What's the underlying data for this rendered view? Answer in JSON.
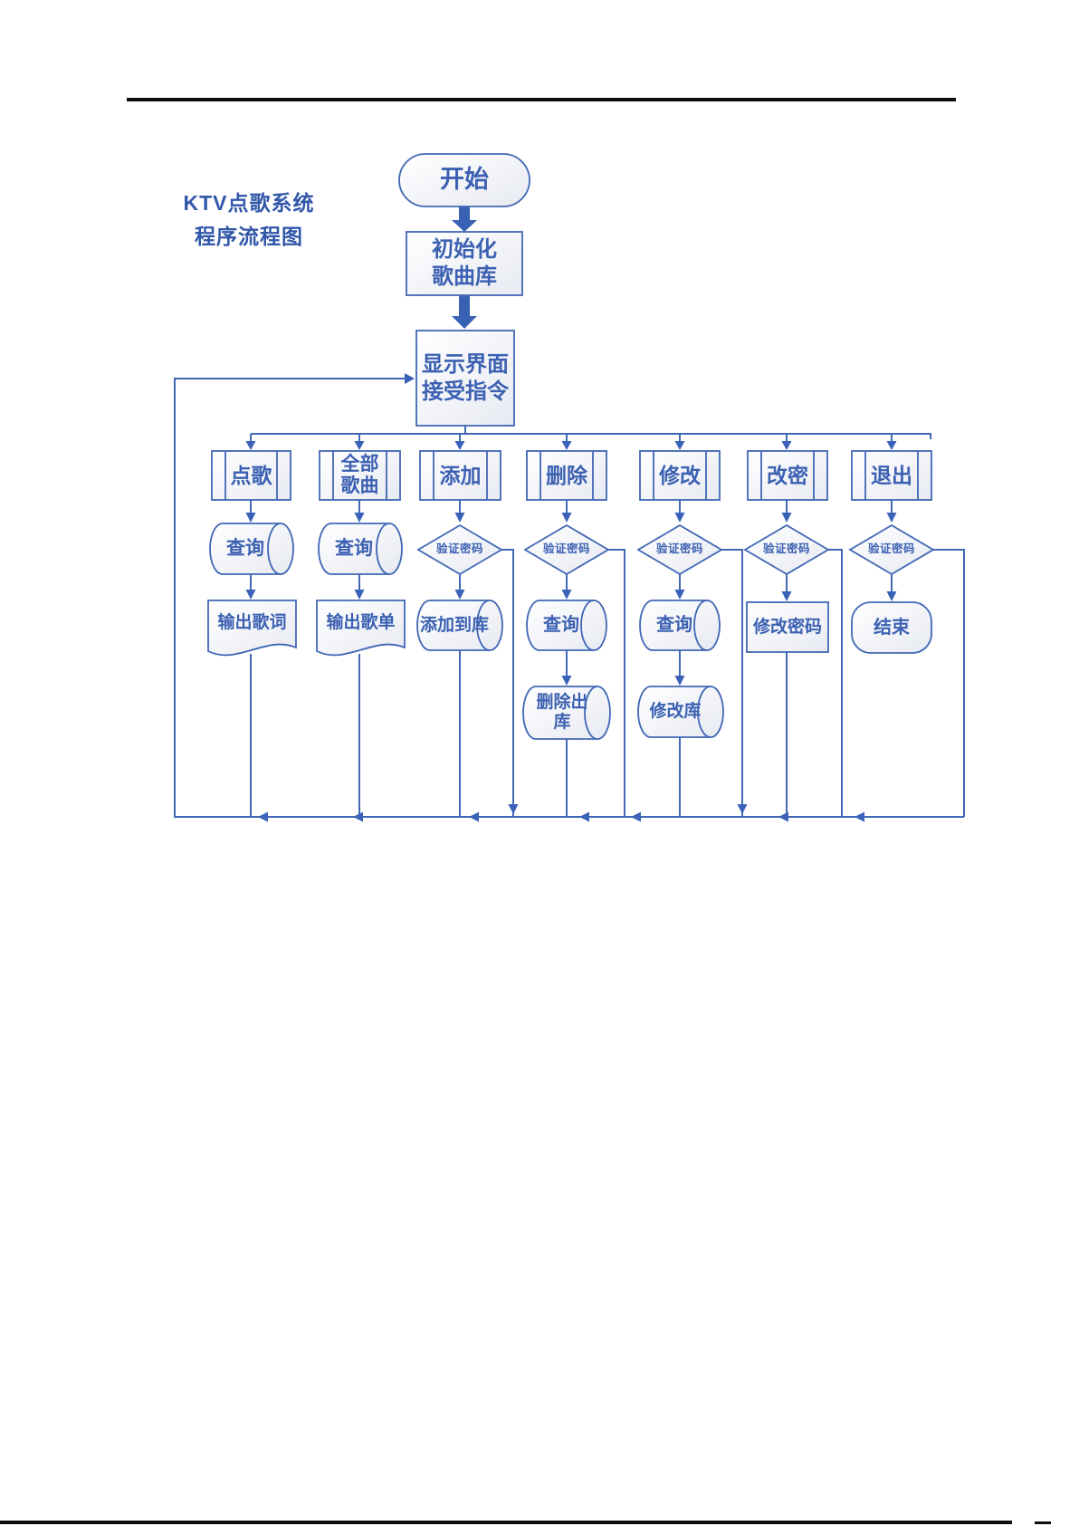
{
  "title": {
    "line1": "KTV点歌系统",
    "line2": "程序流程图"
  },
  "colors": {
    "shape_stroke": "#4067b5",
    "connector": "#4169b4",
    "arrow_fill": "#3a62b8",
    "label_text": "#3c61b2",
    "title_text": "#3157a9",
    "shape_fill_start": "#ffffff",
    "shape_fill_end": "#e7eaf2",
    "page_rule": "#0e0e0e"
  },
  "nodes": {
    "start": {
      "label": "开始",
      "shape": "terminator"
    },
    "init": {
      "label": "初始化\n歌曲库",
      "shape": "process"
    },
    "ui": {
      "label": "显示界面\n接受指令",
      "shape": "process"
    },
    "menu_diange": {
      "label": "点歌",
      "shape": "predefined-process"
    },
    "menu_quanbu": {
      "label": "全部\n歌曲",
      "shape": "predefined-process"
    },
    "menu_tianjia": {
      "label": "添加",
      "shape": "predefined-process"
    },
    "menu_shanchu": {
      "label": "删除",
      "shape": "predefined-process"
    },
    "menu_xiugai": {
      "label": "修改",
      "shape": "predefined-process"
    },
    "menu_gaimi": {
      "label": "改密",
      "shape": "predefined-process"
    },
    "menu_tuichu": {
      "label": "退出",
      "shape": "predefined-process"
    },
    "diange_query": {
      "label": "查询",
      "shape": "storage-cylinder"
    },
    "quanbu_query": {
      "label": "查询",
      "shape": "storage-cylinder"
    },
    "tianjia_verify": {
      "label": "验证密码",
      "shape": "decision"
    },
    "shanchu_verify": {
      "label": "验证密码",
      "shape": "decision"
    },
    "xiugai_verify": {
      "label": "验证密码",
      "shape": "decision"
    },
    "gaimi_verify": {
      "label": "验证密码",
      "shape": "decision"
    },
    "tuichu_verify": {
      "label": "验证密码",
      "shape": "decision"
    },
    "diange_output": {
      "label": "输出歌词",
      "shape": "document"
    },
    "quanbu_output": {
      "label": "输出歌单",
      "shape": "document"
    },
    "tianjia_store": {
      "label": "添加到库",
      "shape": "storage-cylinder"
    },
    "shanchu_query": {
      "label": "查询",
      "shape": "storage-cylinder"
    },
    "xiugai_query": {
      "label": "查询",
      "shape": "storage-cylinder"
    },
    "gaimi_change": {
      "label": "修改密码",
      "shape": "process"
    },
    "tuichu_end": {
      "label": "结束",
      "shape": "terminator"
    },
    "shanchu_store": {
      "label": "删除出\n库",
      "shape": "storage-cylinder"
    },
    "xiugai_store": {
      "label": "修改库",
      "shape": "storage-cylinder"
    }
  },
  "edges": [
    {
      "from": "start",
      "to": "init"
    },
    {
      "from": "init",
      "to": "ui"
    },
    {
      "from": "ui",
      "to": "menu_diange"
    },
    {
      "from": "ui",
      "to": "menu_quanbu"
    },
    {
      "from": "ui",
      "to": "menu_tianjia"
    },
    {
      "from": "ui",
      "to": "menu_shanchu"
    },
    {
      "from": "ui",
      "to": "menu_xiugai"
    },
    {
      "from": "ui",
      "to": "menu_gaimi"
    },
    {
      "from": "ui",
      "to": "menu_tuichu"
    },
    {
      "from": "menu_diange",
      "to": "diange_query"
    },
    {
      "from": "diange_query",
      "to": "diange_output"
    },
    {
      "from": "diange_output",
      "to": "ui"
    },
    {
      "from": "menu_quanbu",
      "to": "quanbu_query"
    },
    {
      "from": "quanbu_query",
      "to": "quanbu_output"
    },
    {
      "from": "quanbu_output",
      "to": "ui"
    },
    {
      "from": "menu_tianjia",
      "to": "tianjia_verify"
    },
    {
      "from": "tianjia_verify",
      "to": "tianjia_store"
    },
    {
      "from": "tianjia_verify",
      "to": "ui"
    },
    {
      "from": "tianjia_store",
      "to": "ui"
    },
    {
      "from": "menu_shanchu",
      "to": "shanchu_verify"
    },
    {
      "from": "shanchu_verify",
      "to": "shanchu_query"
    },
    {
      "from": "shanchu_verify",
      "to": "ui"
    },
    {
      "from": "shanchu_query",
      "to": "shanchu_store"
    },
    {
      "from": "shanchu_store",
      "to": "ui"
    },
    {
      "from": "menu_xiugai",
      "to": "xiugai_verify"
    },
    {
      "from": "xiugai_verify",
      "to": "xiugai_query"
    },
    {
      "from": "xiugai_verify",
      "to": "ui"
    },
    {
      "from": "xiugai_query",
      "to": "xiugai_store"
    },
    {
      "from": "xiugai_store",
      "to": "ui"
    },
    {
      "from": "menu_gaimi",
      "to": "gaimi_verify"
    },
    {
      "from": "gaimi_verify",
      "to": "gaimi_change"
    },
    {
      "from": "gaimi_verify",
      "to": "ui"
    },
    {
      "from": "gaimi_change",
      "to": "ui"
    },
    {
      "from": "menu_tuichu",
      "to": "tuichu_verify"
    },
    {
      "from": "tuichu_verify",
      "to": "tuichu_end"
    },
    {
      "from": "tuichu_verify",
      "to": "ui"
    }
  ]
}
